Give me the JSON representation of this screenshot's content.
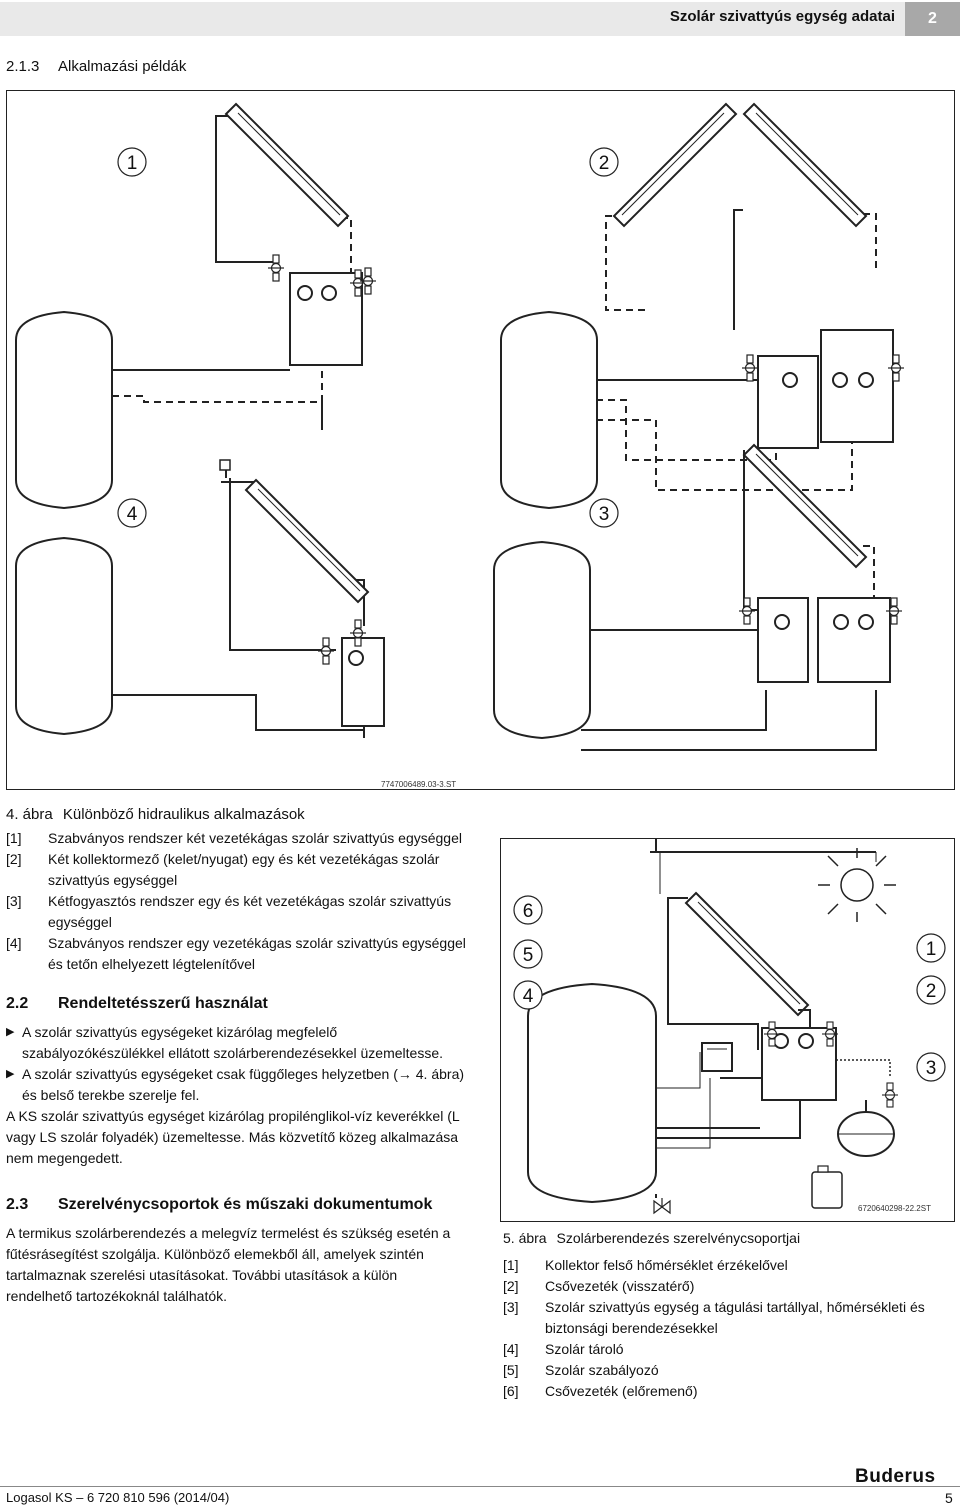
{
  "header": {
    "title": "Szolár szivattyús egység adatai",
    "chapter": "2"
  },
  "section": {
    "number": "2.1.3",
    "title": "Alkalmazási példák"
  },
  "figure4": {
    "labels": [
      "1",
      "2",
      "4",
      "3"
    ],
    "code": "7747006489.03-3.ST",
    "caption_prefix": "4. ábra",
    "caption_text": "Különböző hidraulikus alkalmazások",
    "items": [
      {
        "key": "[1]",
        "text": "Szabványos rendszer két vezetékágas szolár szivattyús egységgel"
      },
      {
        "key": "[2]",
        "text": "Két kollektormező (kelet/nyugat) egy és két vezetékágas szolár szivattyús egységgel"
      },
      {
        "key": "[3]",
        "text": "Kétfogyasztós rendszer egy és két vezetékágas szolár szivattyús egységgel"
      },
      {
        "key": "[4]",
        "text": "Szabványos rendszer egy vezetékágas szolár szivattyús egységgel és tetőn elhelyezett légtelenítővel"
      }
    ]
  },
  "section22": {
    "number": "2.2",
    "title": "Rendeltetésszerű használat",
    "bullets": [
      "A szolár szivattyús egységeket kizárólag megfelelő szabályozókészülékkel ellátott szolárberendezésekkel üzemeltesse.",
      "A szolár szivattyús egységeket csak függőleges helyzetben (→ 4. ábra) és belső terekbe szerelje fel."
    ],
    "paragraph": "A KS szolár szivattyús egységet kizárólag propilénglikol-víz keverékkel (L vagy LS szolár folyadék) üzemeltesse. Más közvetítő közeg alkalmazása nem megengedett."
  },
  "section23": {
    "number": "2.3",
    "title": "Szerelvénycsoportok és műszaki dokumentumok",
    "paragraph": "A termikus szolárberendezés a melegvíz termelést és szükség esetén a fűtésrásegítést szolgálja. Különböző elemekből áll, amelyek szintén tartalmaznak szerelési utasításokat. További utasítások a külön rendelhető tartozékoknál találhatók."
  },
  "figure5": {
    "labels_left": [
      "6",
      "5",
      "4"
    ],
    "labels_right": [
      "1",
      "2",
      "3"
    ],
    "code": "6720640298-22.2ST",
    "caption_prefix": "5. ábra",
    "caption_text": "Szolárberendezés szerelvénycsoportjai",
    "items": [
      {
        "key": "[1]",
        "text": "Kollektor felső hőmérséklet érzékelővel"
      },
      {
        "key": "[2]",
        "text": "Csővezeték (visszatérő)"
      },
      {
        "key": "[3]",
        "text": "Szolár szivattyús egység a tágulási tartállyal, hőmérsékleti és biztonsági berendezésekkel"
      },
      {
        "key": "[4]",
        "text": "Szolár tároló"
      },
      {
        "key": "[5]",
        "text": "Szolár szabályozó"
      },
      {
        "key": "[6]",
        "text": "Csővezeték (előremenő)"
      }
    ]
  },
  "footer": {
    "doc": "Logasol KS – 6 720 810 596 (2014/04)",
    "page": "5",
    "brand": "Buderus"
  }
}
